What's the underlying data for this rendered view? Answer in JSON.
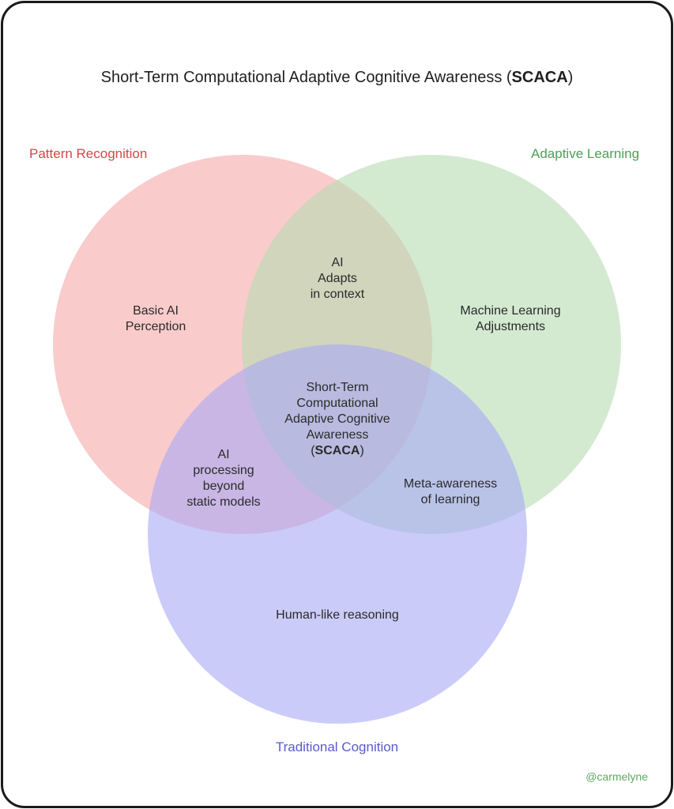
{
  "title": {
    "prefix": "Short-Term Computational Adaptive Cognitive Awareness (",
    "bold": "SCACA",
    "suffix": ")"
  },
  "sets": {
    "pattern_recognition": {
      "label": "Pattern Recognition",
      "color": "#f7a8a8"
    },
    "adaptive_learning": {
      "label": "Adaptive Learning",
      "color": "#b5dcb3"
    },
    "traditional_cognition": {
      "label": "Traditional Cognition",
      "color": "#a9a9f7"
    }
  },
  "regions": {
    "pattern_only": "Basic AI\nPerception",
    "adaptive_only": "Machine Learning\nAdjustments",
    "traditional_only": "Human-like reasoning",
    "pattern_adaptive": "AI\nAdapts\nin context",
    "pattern_traditional": "AI\nprocessing\nbeyond\nstatic models",
    "adaptive_traditional": "Meta-awareness\nof learning",
    "center": {
      "text": "Short-Term\nComputational\nAdaptive Cognitive\nAwareness\n(",
      "bold": "SCACA",
      "suffix": ")"
    }
  },
  "watermark": "@carmelyne"
}
